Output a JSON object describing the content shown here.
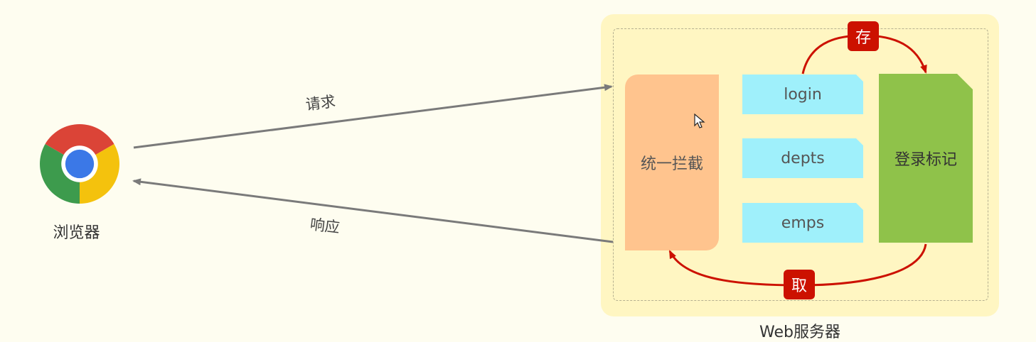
{
  "browser": {
    "icon": "chrome-browser-icon",
    "label": "浏览器"
  },
  "flows": {
    "request_label": "请求",
    "response_label": "响应"
  },
  "server": {
    "label": "Web服务器",
    "interceptor_label": "统一拦截",
    "endpoints": [
      "login",
      "depts",
      "emps"
    ],
    "token_label": "登录标记",
    "store_badge": "存",
    "fetch_badge": "取"
  },
  "colors": {
    "background": "#fefdf0",
    "server_bg": "#fff6c2",
    "interceptor": "#ffc48e",
    "endpoint": "#9ff0fb",
    "token": "#8fc24a",
    "accent_red": "#cc1100",
    "arrow_gray": "#7a7a7a"
  }
}
